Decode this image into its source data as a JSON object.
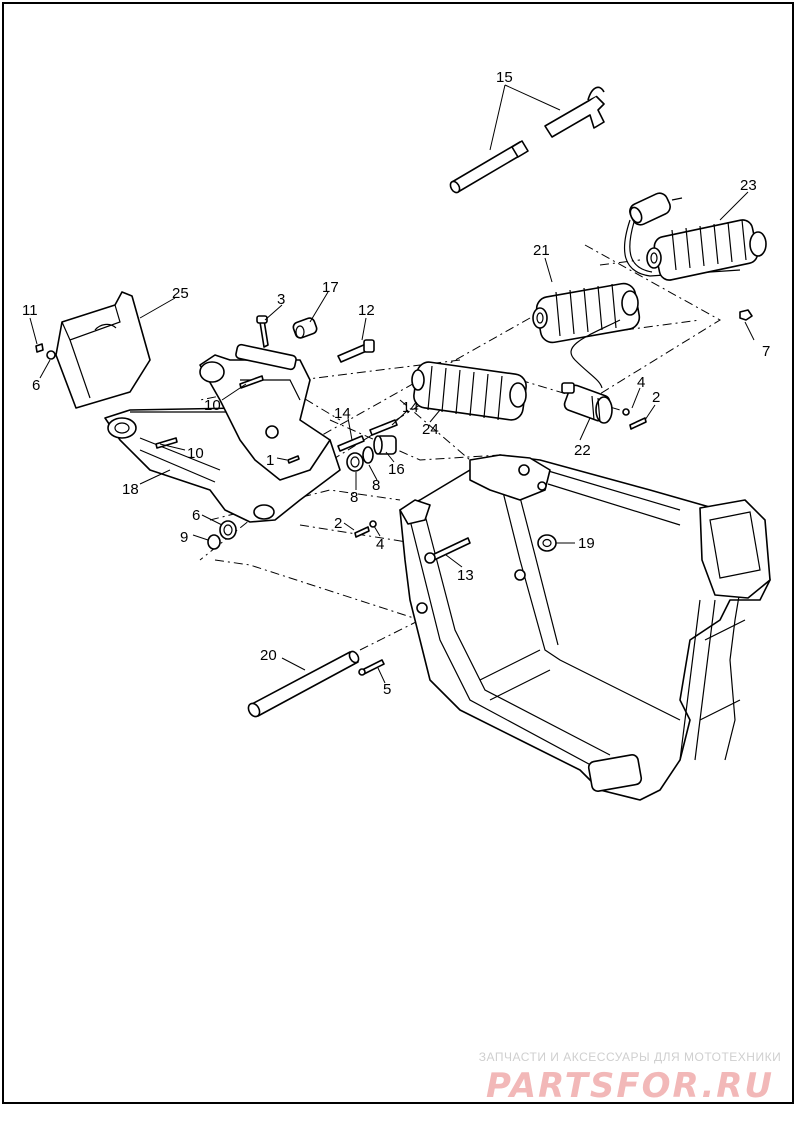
{
  "diagram": {
    "callouts": [
      "1",
      "2",
      "2",
      "3",
      "4",
      "4",
      "5",
      "6",
      "6",
      "7",
      "8",
      "8",
      "9",
      "10",
      "10",
      "11",
      "12",
      "13",
      "14",
      "14",
      "15",
      "16",
      "17",
      "18",
      "19",
      "20",
      "21",
      "22",
      "23",
      "24",
      "25"
    ],
    "leaders": 1
  },
  "watermark": {
    "caption": "ЗАПЧАСТИ И АКСЕССУАРЫ ДЛЯ МОТОТЕХНИКИ",
    "logo": "PARTSFOR.RU",
    "logo_color": "#f2b8b8",
    "caption_color": "#cfcfcf"
  }
}
